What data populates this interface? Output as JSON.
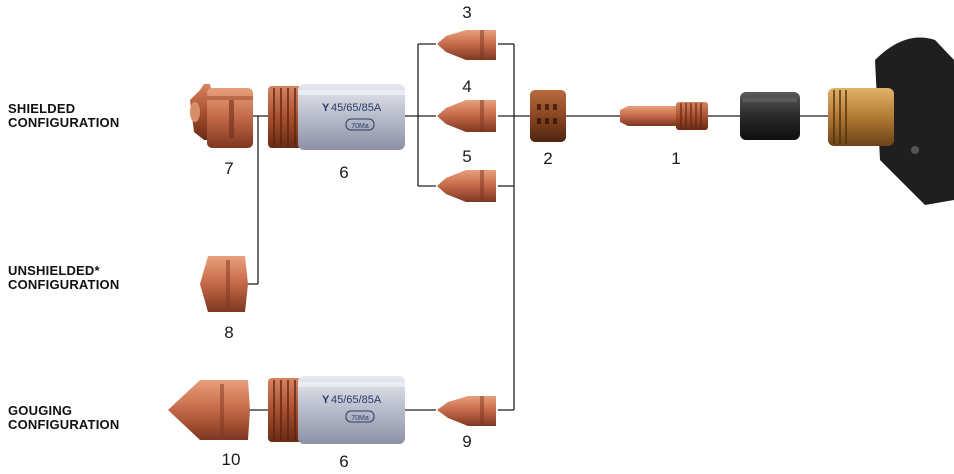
{
  "configurations": {
    "shielded": {
      "line1": "SHIELDED",
      "line2": "CONFIGURATION"
    },
    "unshielded": {
      "line1": "UNSHIELDED*",
      "line2": "CONFIGURATION"
    },
    "gouging": {
      "line1": "GOUGING",
      "line2": "CONFIGURATION"
    }
  },
  "part_numbers": {
    "p1": "1",
    "p2": "2",
    "p3": "3",
    "p4": "4",
    "p5": "5",
    "p6_top": "6",
    "p6_bottom": "6",
    "p7": "7",
    "p8": "8",
    "p9": "9",
    "p10": "10"
  },
  "retaining_cap_label": {
    "amps": "45/65/85A",
    "badge": "70Ma"
  },
  "colors": {
    "copper": "#c26a4a",
    "copper_dark": "#8a3f26",
    "copper_light": "#e8a07c",
    "cap_body": "#b9bdcc",
    "line": "#222222",
    "text": "#111111"
  }
}
